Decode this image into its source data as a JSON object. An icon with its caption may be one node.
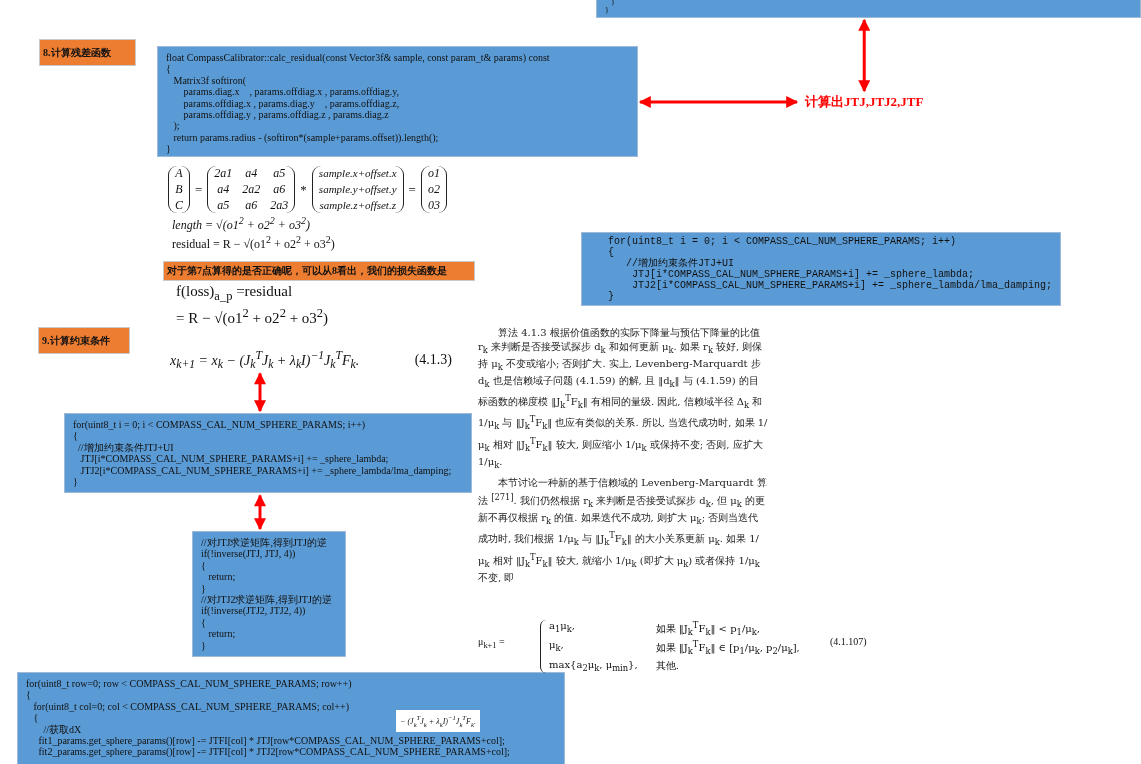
{
  "diagram": {
    "nodes": [
      {
        "text": [
          "   }",
          "}"
        ]
      },
      {
        "text": [
          "8.计算残差函数"
        ]
      },
      {
        "text": [
          "float CompassCalibrator::calc_residual(const Vector3f& sample, const param_t& params) const",
          "{",
          "   Matrix3f softiron(",
          "       params.diag.x    , params.offdiag.x , params.offdiag.y,",
          "       params.offdiag.x , params.diag.y    , params.offdiag.z,",
          "       params.offdiag.y , params.offdiag.z , params.diag.z",
          "   );",
          "   return params.radius - (softiron*(sample+params.offset)).length();",
          "}"
        ]
      },
      {
        "text": [
          "计算出JTJ,JTJ2,JTF"
        ]
      },
      {
        "text": [
          "对于第7点算得的是否正确呢，可以从8看出，我们的损失函数是"
        ]
      },
      {
        "text": [
          "   for(uint8_t i = 0; i < COMPASS_CAL_NUM_SPHERE_PARAMS; i++)",
          "   {",
          "      //增加约束条件JTJ+UI",
          "       JTJ[i*COMPASS_CAL_NUM_SPHERE_PARAMS+i] += _sphere_lambda;",
          "       JTJ2[i*COMPASS_CAL_NUM_SPHERE_PARAMS+i] += _sphere_lambda/lma_damping;",
          "   }"
        ]
      },
      {
        "text": [
          "9.计算约束条件"
        ]
      },
      {
        "text": [
          "x$_{k+1}$ = x$_{k}$ − (J$_{k}$$^{T}$J$_{k}$ + λ$_{k}$I)$^{−1}$J$_{k}$$^{T}$F$_{k}$."
        ],
        "beside": [
          "(4.1.3)"
        ]
      },
      {
        "text": [
          "for(uint8_t i = 0; i < COMPASS_CAL_NUM_SPHERE_PARAMS; i++)",
          "{",
          "  //增加约束条件JTJ+UI",
          "   JTJ[i*COMPASS_CAL_NUM_SPHERE_PARAMS+i] += _sphere_lambda;",
          "   JTJ2[i*COMPASS_CAL_NUM_SPHERE_PARAMS+i] += _sphere_lambda/lma_damping;",
          "}"
        ]
      },
      {
        "text": [
          "//对JTJ求逆矩阵,得到JTJ的逆",
          "if(!inverse(JTJ, JTJ, 4))",
          "{",
          "   return;",
          "}",
          "//对JTJ2求逆矩阵,得到JTJ的逆",
          "if(!inverse(JTJ2, JTJ2, 4))",
          "{",
          "   return;",
          "}"
        ]
      },
      {
        "text": [
          "for(uint8_t row=0; row < COMPASS_CAL_NUM_SPHERE_PARAMS; row++)",
          "{",
          "   for(uint8_t col=0; col < COMPASS_CAL_NUM_SPHERE_PARAMS; col++)",
          "   {",
          "       //获取dX",
          "     fit1_params.get_sphere_params()[row] -= JTFI[col] * JTJ[row*COMPASS_CAL_NUM_SPHERE_PARAMS+col];",
          "     fit2_params.get_sphere_params()[row] -= JTFI[col] * JTJ2[row*COMPASS_CAL_NUM_SPHERE_PARAMS+col];"
        ]
      },
      {
        "text": [
          "− (J$_{k}$$^{T}$J$_{k}$ + λ$_{k}$I)$^{−1}$J$_{k}$$^{T}$F$_{k}$."
        ],
        "in": 10
      }
    ],
    "edges": [
      {
        "from": 2,
        "to": 3,
        "arrow": "both"
      },
      {
        "from": 0,
        "to": 3,
        "arrow": "both"
      },
      {
        "from": 7,
        "to": 8,
        "arrow": "both"
      },
      {
        "from": 8,
        "to": 9,
        "arrow": "both"
      }
    ],
    "labels": [
      "A",
      "B",
      "C",
      "=",
      "2a1",
      "a4",
      "a5",
      "a4",
      "2a2",
      "a6",
      "a5",
      "a6",
      "2a3",
      "*",
      "sample.x+offset.x",
      "sample.y+offset.y",
      "sample.z+offset.z",
      "=",
      "o1",
      "o2",
      "03",
      "length = √(o1$^{2}$ + o2$^{2}$ + o3$^{2}$)",
      "residual = R − √(o1$^{2}$ + o2$^{2}$ + o3$^{2}$)",
      "f(loss)$_{a_p}$ =residual",
      "= R − √(o1$^{2}$ + o2$^{2}$ + o3$^{2}$)",
      "算法 4.1.3 根据价值函数的实际下降量与预估下降量的比值 r$_{k}$ 来判断是否接受试探步 d$_{k}$ 和如何更新 μ$_{k}$. 如果 r$_{k}$ 较好, 则保持 μ$_{k}$ 不变或缩小; 否则扩大. 实上, Levenberg-Marquardt 步 d$_{k}$ 也是信赖域子问题 (4.1.59) 的解, 且 ‖d$_{k}$‖ 与 (4.1.59) 的目标函数的梯度模 ‖J$_{k}$$^{T}$F$_{k}$‖ 有相同的量级. 因此, 信赖域半径 Δ$_{k}$ 和 1/μ$_{k}$ 与 ‖J$_{k}$$^{T}$F$_{k}$‖ 也应有类似的关系. 所以, 当迭代成功时, 如果 1/μ$_{k}$ 相对 ‖J$_{k}$$^{T}$F$_{k}$‖ 较大, 则应缩小 1/μ$_{k}$ 或保持不变; 否则, 应扩大 1/μ$_{k}$.",
      "本节讨论一种新的基于信赖域的 Levenberg-Marquardt 算法 $^{[271]}$. 我们仍然根据 r$_{k}$ 来判断是否接受试探步 d$_{k}$, 但 μ$_{k}$ 的更新不再仅根据 r$_{k}$ 的值. 如果迭代不成功, 则扩大 μ$_{k}$; 否则当迭代成功时, 我们根据 1/μ$_{k}$ 与 ‖J$_{k}$$^{T}$F$_{k}$‖ 的大小关系更新 μ$_{k}$. 如果 1/μ$_{k}$ 相对 ‖J$_{k}$$^{T}$F$_{k}$‖ 较大, 就缩小 1/μ$_{k}$ (即扩大 μ$_{k}$) 或者保持 1/μ$_{k}$ 不变, 即",
      "μ$_{k+1}$ =",
      "a$_{1}$μ$_{k}$,",
      "如果 ‖J$_{k}$$^{T}$F$_{k}$‖ < p$_{1}$/μ$_{k}$,",
      "μ$_{k}$,",
      "如果 ‖J$_{k}$$^{T}$F$_{k}$‖ ∈ [p$_{1}$/μ$_{k}$, p$_{2}$/μ$_{k}$],",
      "max{a$_{2}$μ$_{k}$, μ$_{min}$},",
      "其他.",
      "(4.1.107)"
    ]
  }
}
